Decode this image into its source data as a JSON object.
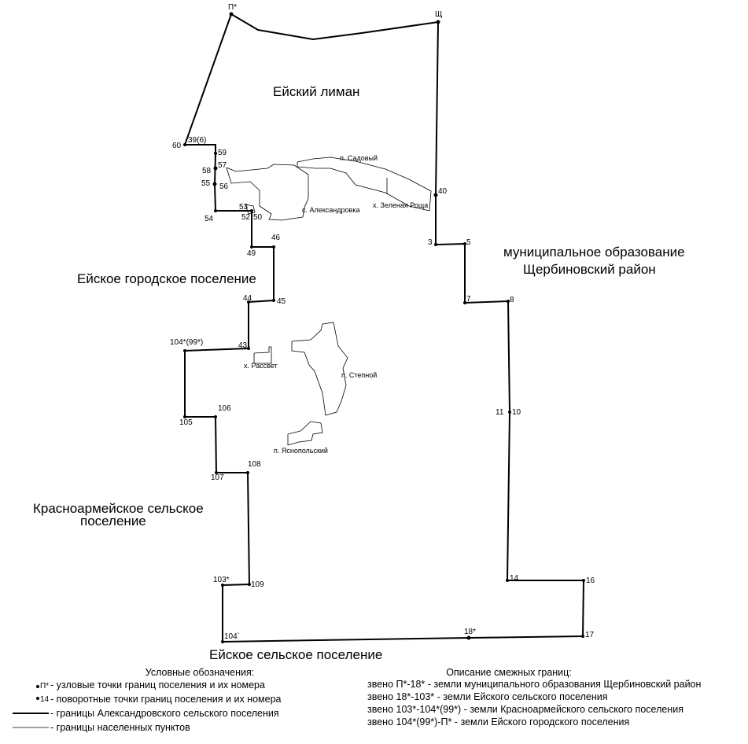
{
  "regions": [
    {
      "id": "liman",
      "text": "Ейский лиман"
    },
    {
      "id": "eysk_city",
      "text": "Ейское городское поселение"
    },
    {
      "id": "mun1",
      "text": "муниципальное образование"
    },
    {
      "id": "mun2",
      "text": "Щербиновский район"
    },
    {
      "id": "krasn1",
      "text": "Красноармейское сельское"
    },
    {
      "id": "krasn2",
      "text": "поселение"
    },
    {
      "id": "eysk_rural",
      "text": "Ейское сельское поселение"
    }
  ],
  "settlements": [
    {
      "id": "sadovy",
      "text": "п. Садовый"
    },
    {
      "id": "zelenaya",
      "text": "х. Зеленая Роща"
    },
    {
      "id": "alexandrovka",
      "text": "с. Александровка"
    },
    {
      "id": "rassvet",
      "text": "х. Рассвет"
    },
    {
      "id": "stepnoy",
      "text": "п. Степной"
    },
    {
      "id": "yasnopolsky",
      "text": "п. Яснопольский"
    }
  ],
  "points": [
    {
      "id": "P",
      "text": "П*",
      "node": true
    },
    {
      "id": "Sh",
      "text": "Щ",
      "node": true
    },
    {
      "id": "p39",
      "text": "39(6)"
    },
    {
      "id": "p60",
      "text": "60"
    },
    {
      "id": "p59",
      "text": "59"
    },
    {
      "id": "p58",
      "text": "58"
    },
    {
      "id": "p57",
      "text": "57"
    },
    {
      "id": "p55",
      "text": "55"
    },
    {
      "id": "p56",
      "text": "56"
    },
    {
      "id": "p54",
      "text": "54"
    },
    {
      "id": "p53",
      "text": "53"
    },
    {
      "id": "p52",
      "text": "52"
    },
    {
      "id": "p50",
      "text": "50"
    },
    {
      "id": "p49",
      "text": "49"
    },
    {
      "id": "p46",
      "text": "46"
    },
    {
      "id": "p44",
      "text": "44"
    },
    {
      "id": "p45",
      "text": "45"
    },
    {
      "id": "p43",
      "text": "43"
    },
    {
      "id": "p104_99",
      "text": "104*(99*)"
    },
    {
      "id": "p105",
      "text": "105"
    },
    {
      "id": "p106",
      "text": "106"
    },
    {
      "id": "p107",
      "text": "107"
    },
    {
      "id": "p108",
      "text": "108"
    },
    {
      "id": "p103",
      "text": "103*"
    },
    {
      "id": "p109",
      "text": "109"
    },
    {
      "id": "p104",
      "text": "104`"
    },
    {
      "id": "p18",
      "text": "18*"
    },
    {
      "id": "p17",
      "text": "17"
    },
    {
      "id": "p16",
      "text": "16"
    },
    {
      "id": "p14",
      "text": "14"
    },
    {
      "id": "p11",
      "text": "11"
    },
    {
      "id": "p10",
      "text": "10"
    },
    {
      "id": "p7",
      "text": "7"
    },
    {
      "id": "p8",
      "text": "8"
    },
    {
      "id": "p3",
      "text": "3"
    },
    {
      "id": "p5",
      "text": "5"
    },
    {
      "id": "p40",
      "text": "40"
    }
  ],
  "legend": {
    "title": "Условные обозначения:",
    "node_symbol": "П*",
    "turn_symbol": "14",
    "items": [
      "- узловые точки границ поселения и их номера",
      "- поворотные точки границ поселения и их номера",
      "- границы Александровского сельского поселения",
      "- границы населенных пунктов"
    ]
  },
  "description": {
    "title": "Описание смежных границ:",
    "rows": [
      "звено П*-18* -  земли муниципального образования Щербиновский район",
      "звено 18*-103* - земли Ейского сельского поселения",
      "звено 103*-104*(99*) - земли Красноармейского сельского поселения",
      "звено 104*(99*)-П* - земли Ейского городского поселения"
    ]
  },
  "colors": {
    "line": "#000000",
    "background": "#ffffff"
  }
}
